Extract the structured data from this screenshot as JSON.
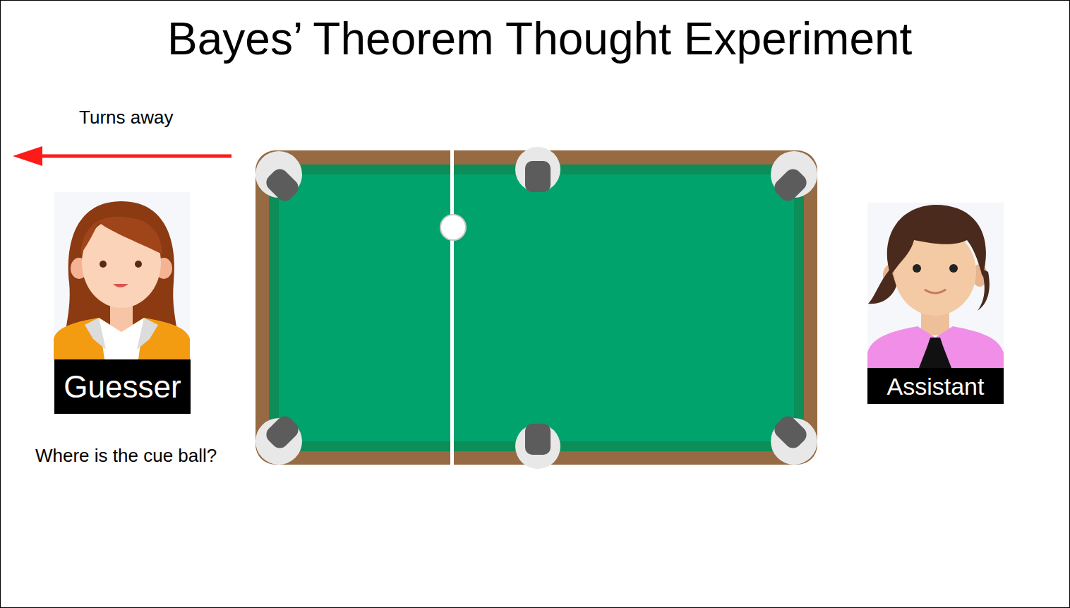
{
  "diagram": {
    "title": "Bayes’ Theorem Thought Experiment",
    "nodes": [
      {
        "text": [
          "Guesser"
        ]
      },
      {
        "text": [
          "Assistant"
        ]
      }
    ],
    "labels": [
      "Turns away",
      "Where is the cue ball?"
    ]
  }
}
